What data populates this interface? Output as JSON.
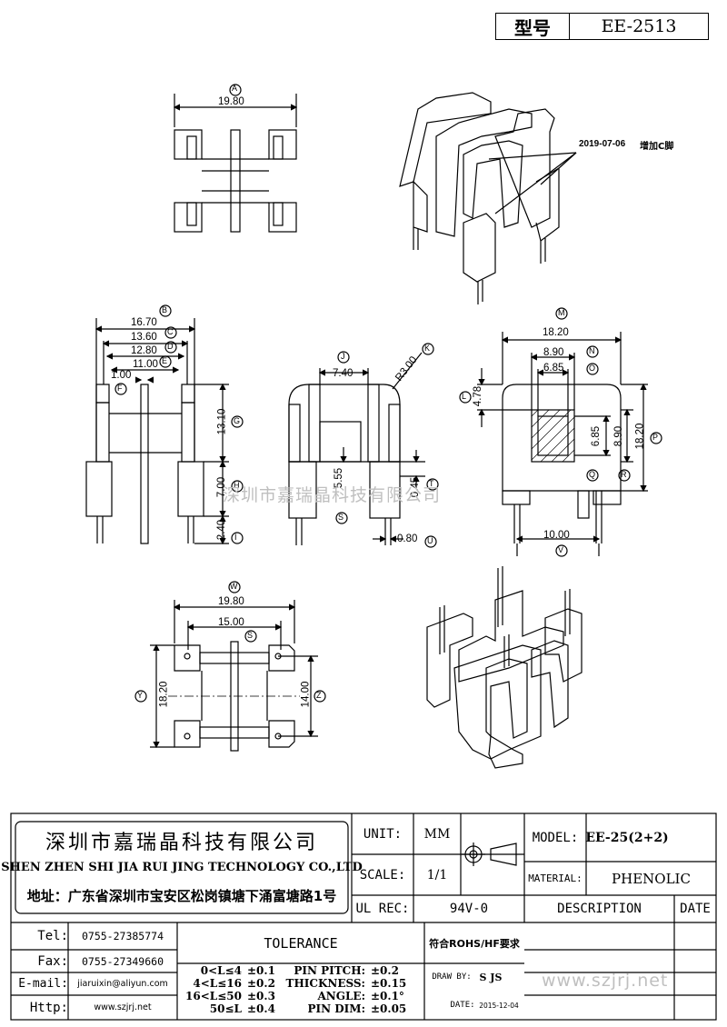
{
  "header": {
    "model_label": "型号",
    "model_value": "EE-2513"
  },
  "annotation": {
    "date": "2019-07-06",
    "note": "增加C脚"
  },
  "dims_top": {
    "w19_80": "19.80",
    "tag_a": "A"
  },
  "dims_side": {
    "v16_70": "16.70",
    "v13_60": "13.60",
    "v12_80": "12.80",
    "v11_00": "11.00",
    "v1_00": "1.00",
    "v13_10": "13.10",
    "v7_00": "7.00",
    "v2_40": "2.40",
    "tags": [
      "B",
      "C",
      "D",
      "E",
      "F",
      "G",
      "H",
      "I"
    ]
  },
  "dims_front": {
    "v7_40": "7.40",
    "vR3": "R3.00",
    "v5_55": "5.55",
    "v0_45": "0.45",
    "v0_80": "0.80",
    "tags": [
      "J",
      "K",
      "S",
      "T",
      "U"
    ]
  },
  "dims_right": {
    "v18_20": "18.20",
    "v8_90": "8.90",
    "v6_85": "6.85",
    "v4_78": "4.78",
    "v6_85v": "6.85",
    "v8_90v": "8.90",
    "v18_20v": "18.20",
    "v10_00": "10.00",
    "tags": [
      "M",
      "N",
      "O",
      "L",
      "P",
      "Q",
      "R",
      "V"
    ]
  },
  "dims_bottom": {
    "v19_80": "19.80",
    "v15_00": "15.00",
    "v18_20": "18.20",
    "v14_00": "14.00",
    "tags": [
      "W",
      "S",
      "Y",
      "Z"
    ]
  },
  "watermark": {
    "company": "深圳市嘉瑞晶科技有限公司",
    "url": "www.szjrj.net"
  },
  "title_block": {
    "company_cn": "深圳市嘉瑞晶科技有限公司",
    "company_en": "SHEN ZHEN SHI  JIA RUI JING  TECHNOLOGY CO.,LTD",
    "address": "地址：广东省深圳市宝安区松岗镇塘下涌富塘路1号",
    "unit_label": "UNIT:",
    "unit_value": "MM",
    "scale_label": "SCALE:",
    "scale_value": "1/1",
    "model_label": "MODEL:",
    "model_value": "EE-25(2+2)",
    "material_label": "MATERIAL:",
    "material_value": "PHENOLIC",
    "ul_label": "UL REC:",
    "ul_value": "94V-0",
    "description_label": "DESCRIPTION",
    "date_label": "DATE",
    "tel_label": "Tel:",
    "tel_value": "0755-27385774",
    "fax_label": "Fax:",
    "fax_value": "0755-27349660",
    "email_label": "E-mail:",
    "email_value": "jiaruixin@aliyun.com",
    "http_label": "Http:",
    "http_value": "www.szjrj.net",
    "tolerance_title": "TOLERANCE",
    "tol_rows": [
      {
        "range": "0<L≤4",
        "val": "±0.1"
      },
      {
        "range": "4<L≤16",
        "val": "±0.2"
      },
      {
        "range": "16<L≤50",
        "val": "±0.3"
      },
      {
        "range": "50≤L",
        "val": "±0.4"
      }
    ],
    "tol_params": [
      {
        "name": "PIN PITCH:",
        "val": "±0.2"
      },
      {
        "name": "THICKNESS:",
        "val": "±0.15"
      },
      {
        "name": "ANGLE:",
        "val": "±0.1°"
      },
      {
        "name": "PIN DIM:",
        "val": "±0.05"
      }
    ],
    "rohs": "符合ROHS/HF要求",
    "draw_by_label": "DRAW BY:",
    "draw_by_value": "S JS",
    "date_field_label": "DATE:",
    "date_field_value": "2015-12-04"
  }
}
